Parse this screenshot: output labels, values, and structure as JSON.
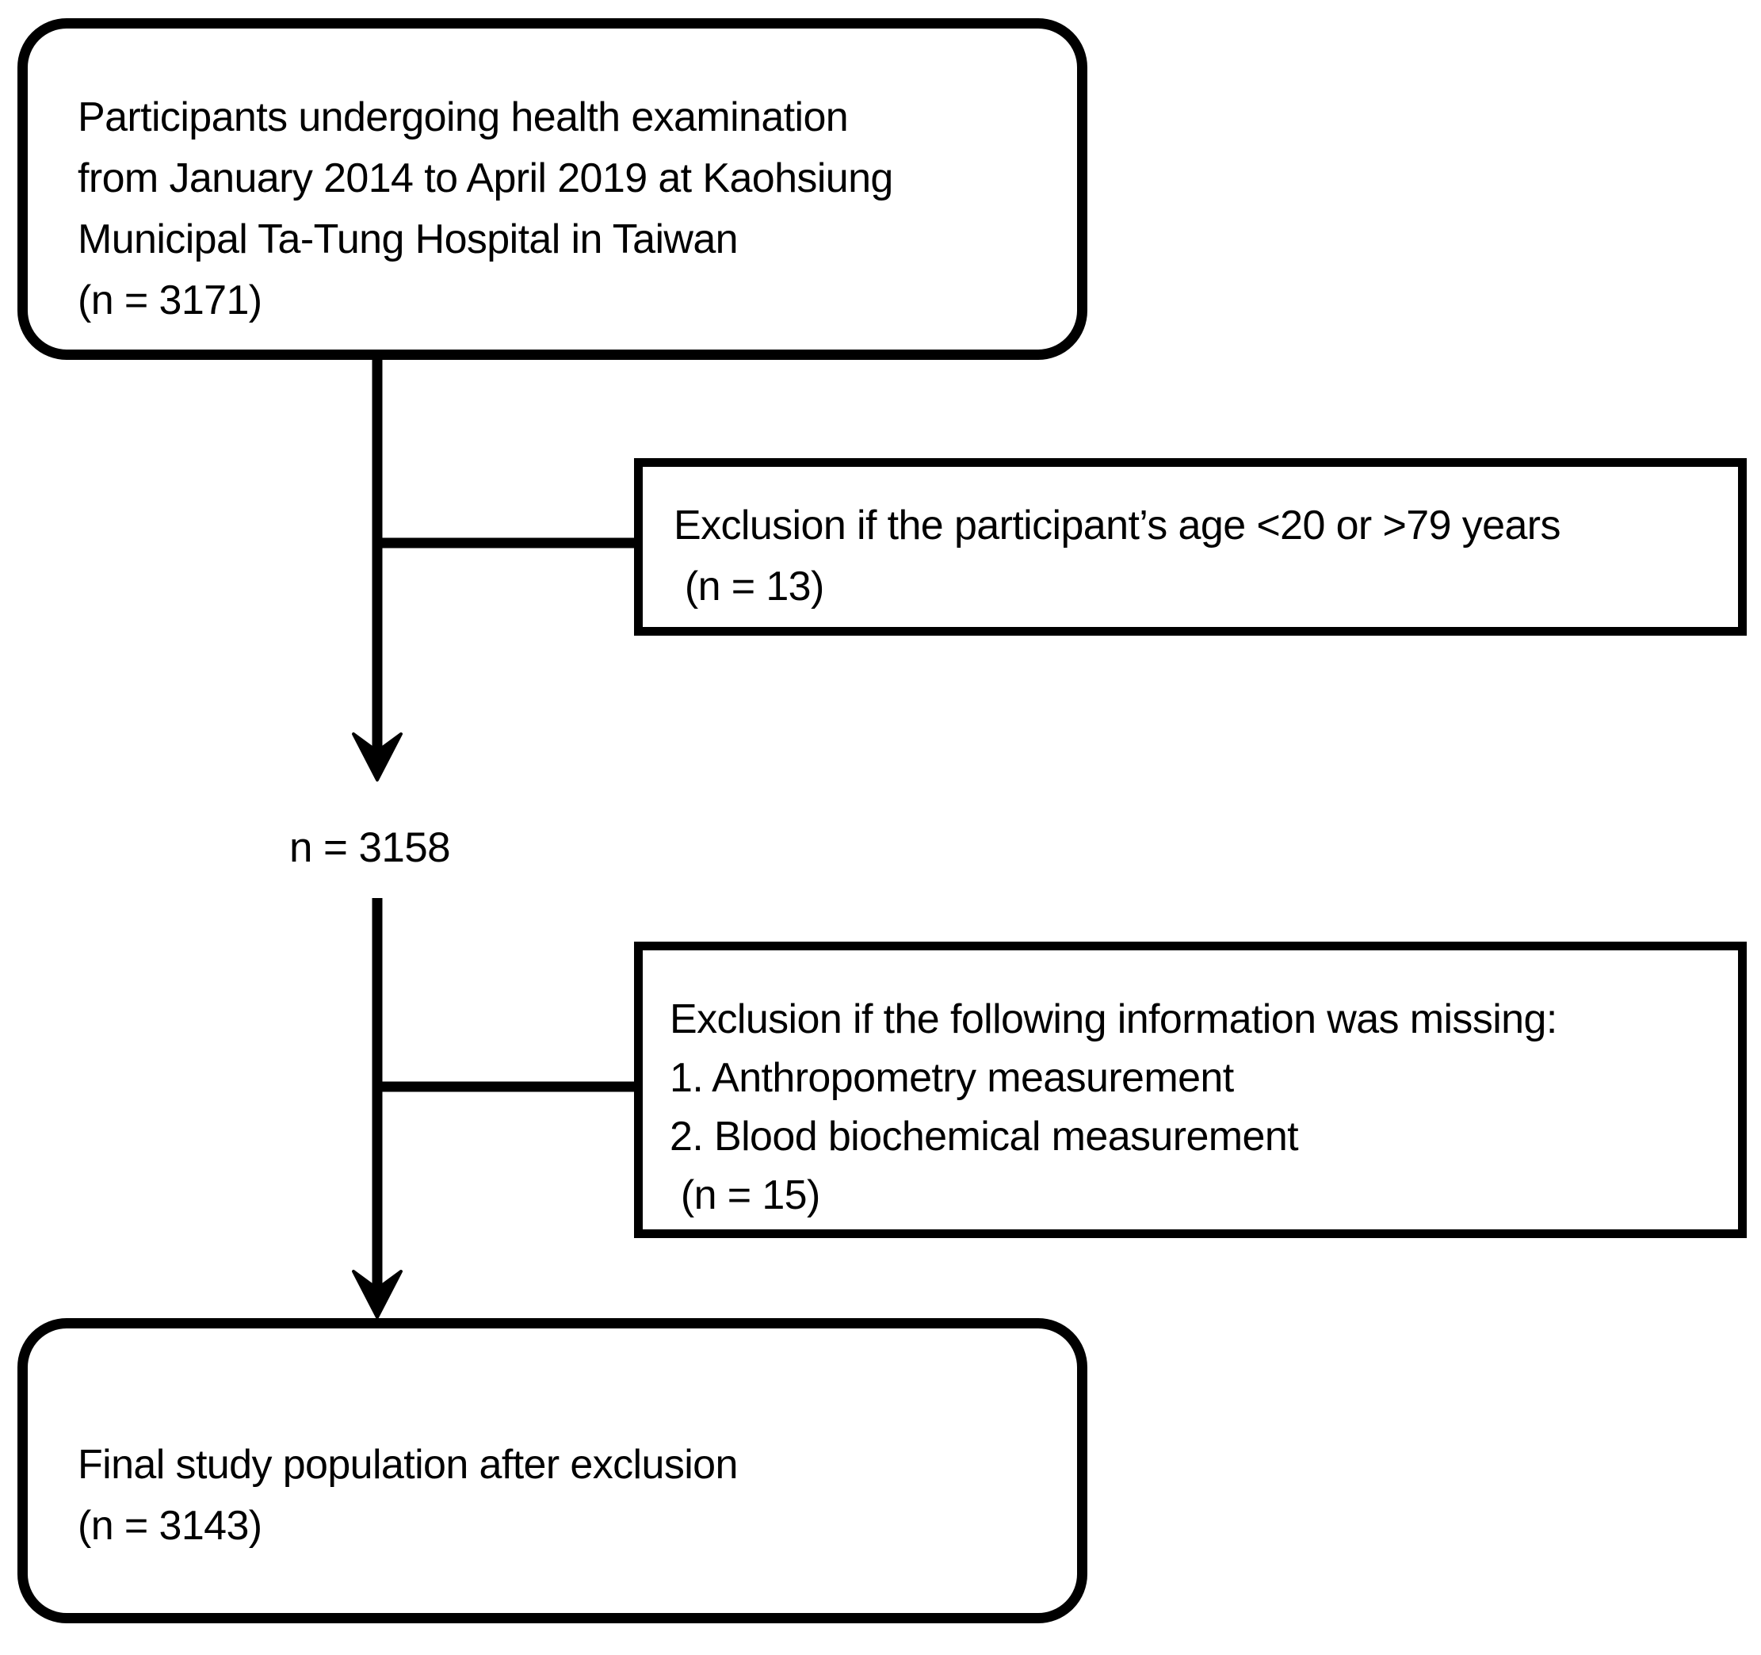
{
  "figure": {
    "background": "#ffffff",
    "line_color": "#000000",
    "text_color": "#000000"
  },
  "flow": {
    "top_box": {
      "lines": [
        "Participants undergoing health examination",
        "from January 2014 to April 2019 at Kaohsiung",
        "Municipal Ta-Tung Hospital in Taiwan",
        "(n = 3171)"
      ]
    },
    "exclusion_box_1": {
      "lines": [
        "Exclusion if the participant’s age <20 or >79 years",
        " (n = 13)"
      ]
    },
    "interim_count_label": "n = 3158",
    "exclusion_box_2": {
      "lines": [
        "Exclusion if the following information was missing:",
        "1. Anthropometry measurement",
        "2. Blood biochemical measurement",
        " (n = 15)"
      ]
    },
    "final_box": {
      "lines": [
        "Final study population after exclusion",
        "(n = 3143)"
      ]
    }
  }
}
